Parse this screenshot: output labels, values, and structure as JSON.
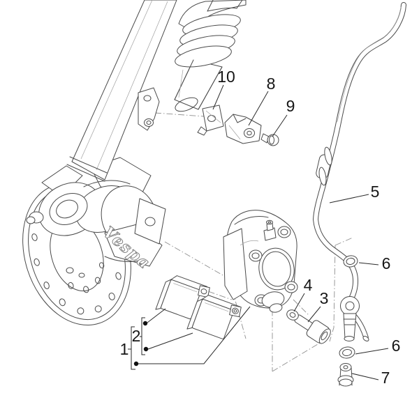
{
  "figure": {
    "type": "exploded-parts-diagram",
    "brand_script": "Vespa",
    "callouts": {
      "c1": "1",
      "c2": "2",
      "c3": "3",
      "c4": "4",
      "c5": "5",
      "c6a": "6",
      "c6b": "6",
      "c7": "7",
      "c8": "8",
      "c9": "9",
      "c10": "10"
    },
    "colors": {
      "bg": "#ffffff",
      "line": "#4a4a4a",
      "label": "#161616",
      "dash": "#8e8e8e"
    }
  }
}
